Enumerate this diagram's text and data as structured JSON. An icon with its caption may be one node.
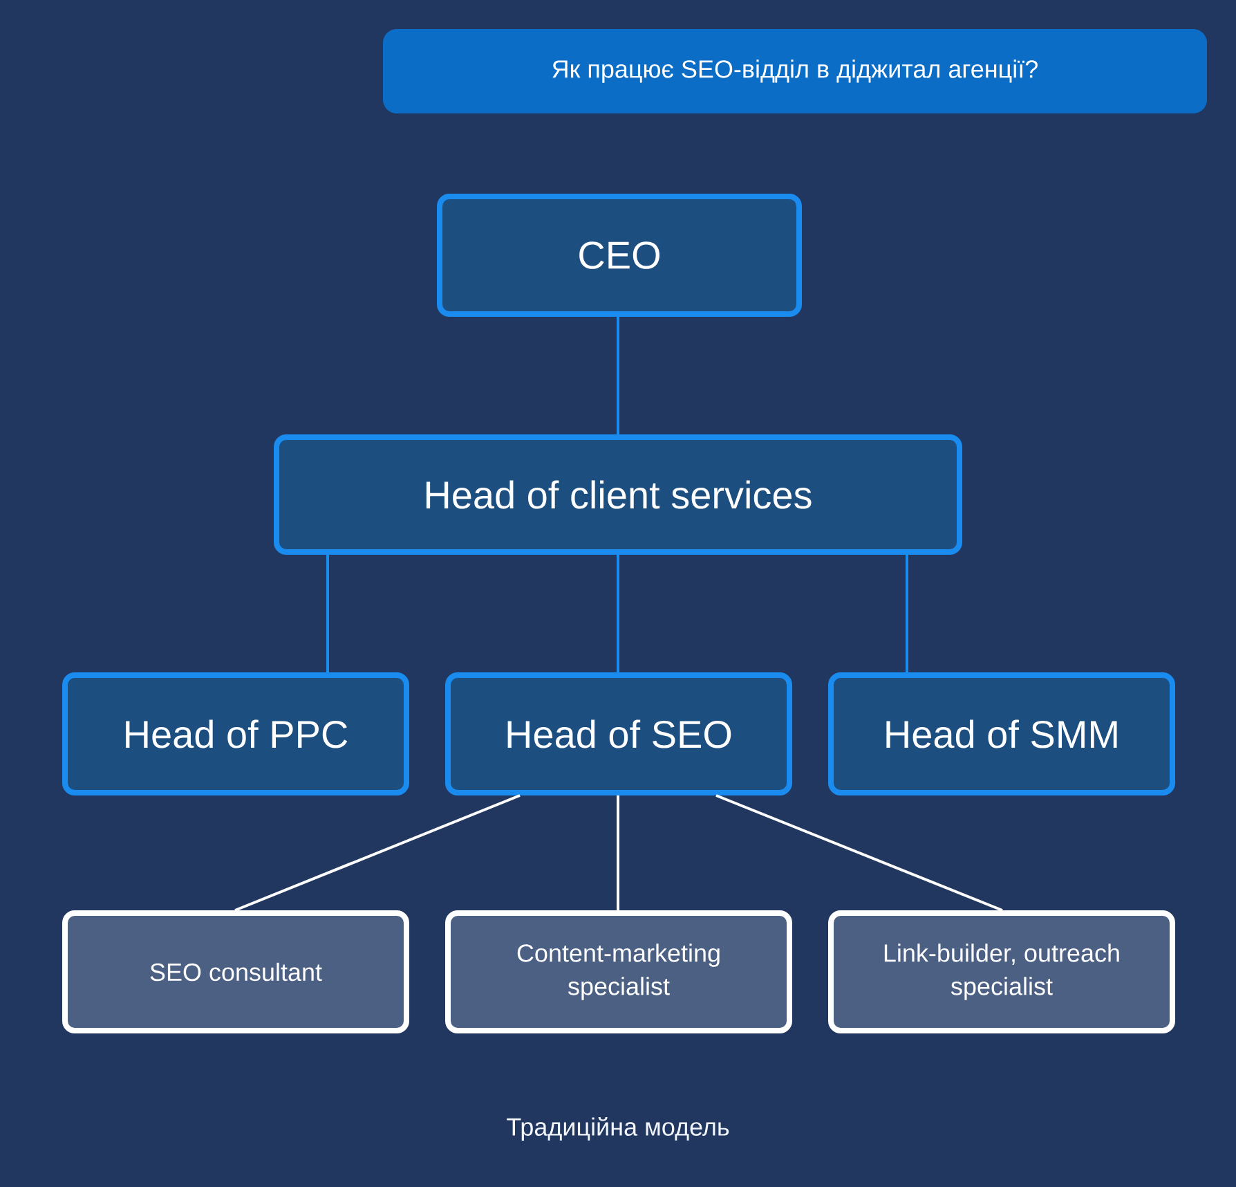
{
  "diagram": {
    "title": "Як працює SEO-відділ в діджитал агенції?",
    "caption": "Традиційна модель",
    "nodes": [
      {
        "text": [
          "CEO"
        ]
      },
      {
        "text": [
          "Head of client services"
        ]
      },
      {
        "text": [
          "Head of PPC"
        ]
      },
      {
        "text": [
          "Head of SEO"
        ]
      },
      {
        "text": [
          "Head of SMM"
        ]
      },
      {
        "text": [
          "SEO consultant"
        ]
      },
      {
        "text": [
          "Content-marketing specialist"
        ]
      },
      {
        "text": [
          "Link-builder, outreach specialist"
        ]
      }
    ],
    "edges": [
      {
        "from": 0,
        "to": 1,
        "arrow": "none"
      },
      {
        "from": 1,
        "to": 2,
        "arrow": "none"
      },
      {
        "from": 1,
        "to": 3,
        "arrow": "none"
      },
      {
        "from": 1,
        "to": 4,
        "arrow": "none"
      },
      {
        "from": 3,
        "to": 5,
        "arrow": "none",
        "color": "#ffffff"
      },
      {
        "from": 3,
        "to": 6,
        "arrow": "none",
        "color": "#ffffff"
      },
      {
        "from": 3,
        "to": 7,
        "arrow": "none",
        "color": "#ffffff"
      }
    ]
  }
}
